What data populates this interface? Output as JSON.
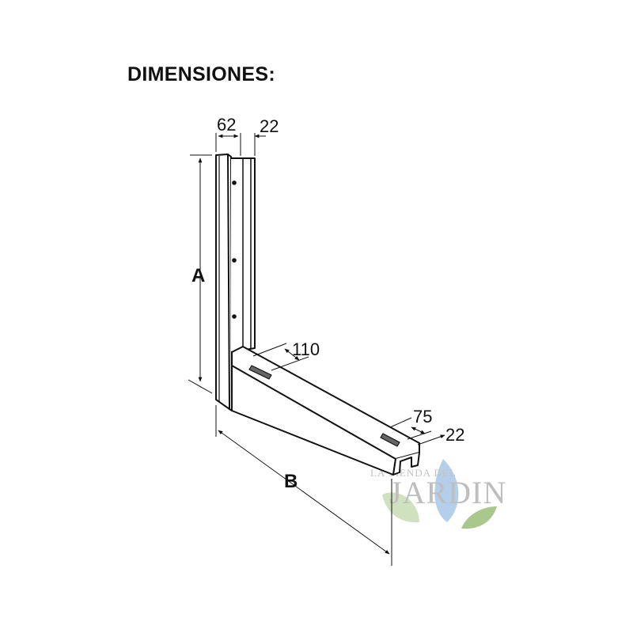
{
  "title": "DIMENSIONES:",
  "labels": {
    "a": "A",
    "b": "B",
    "post_width": "62",
    "flange_width": "22",
    "slot_near": "110",
    "slot_far": "75",
    "channel_width": "22"
  },
  "watermark": {
    "top": "LA TIENDA DEL",
    "main": "JARDIN"
  },
  "colors": {
    "line": "#111111",
    "watermark_leaf_green": "#9cbf7a",
    "watermark_leaf_blue": "#a9c6e6"
  }
}
